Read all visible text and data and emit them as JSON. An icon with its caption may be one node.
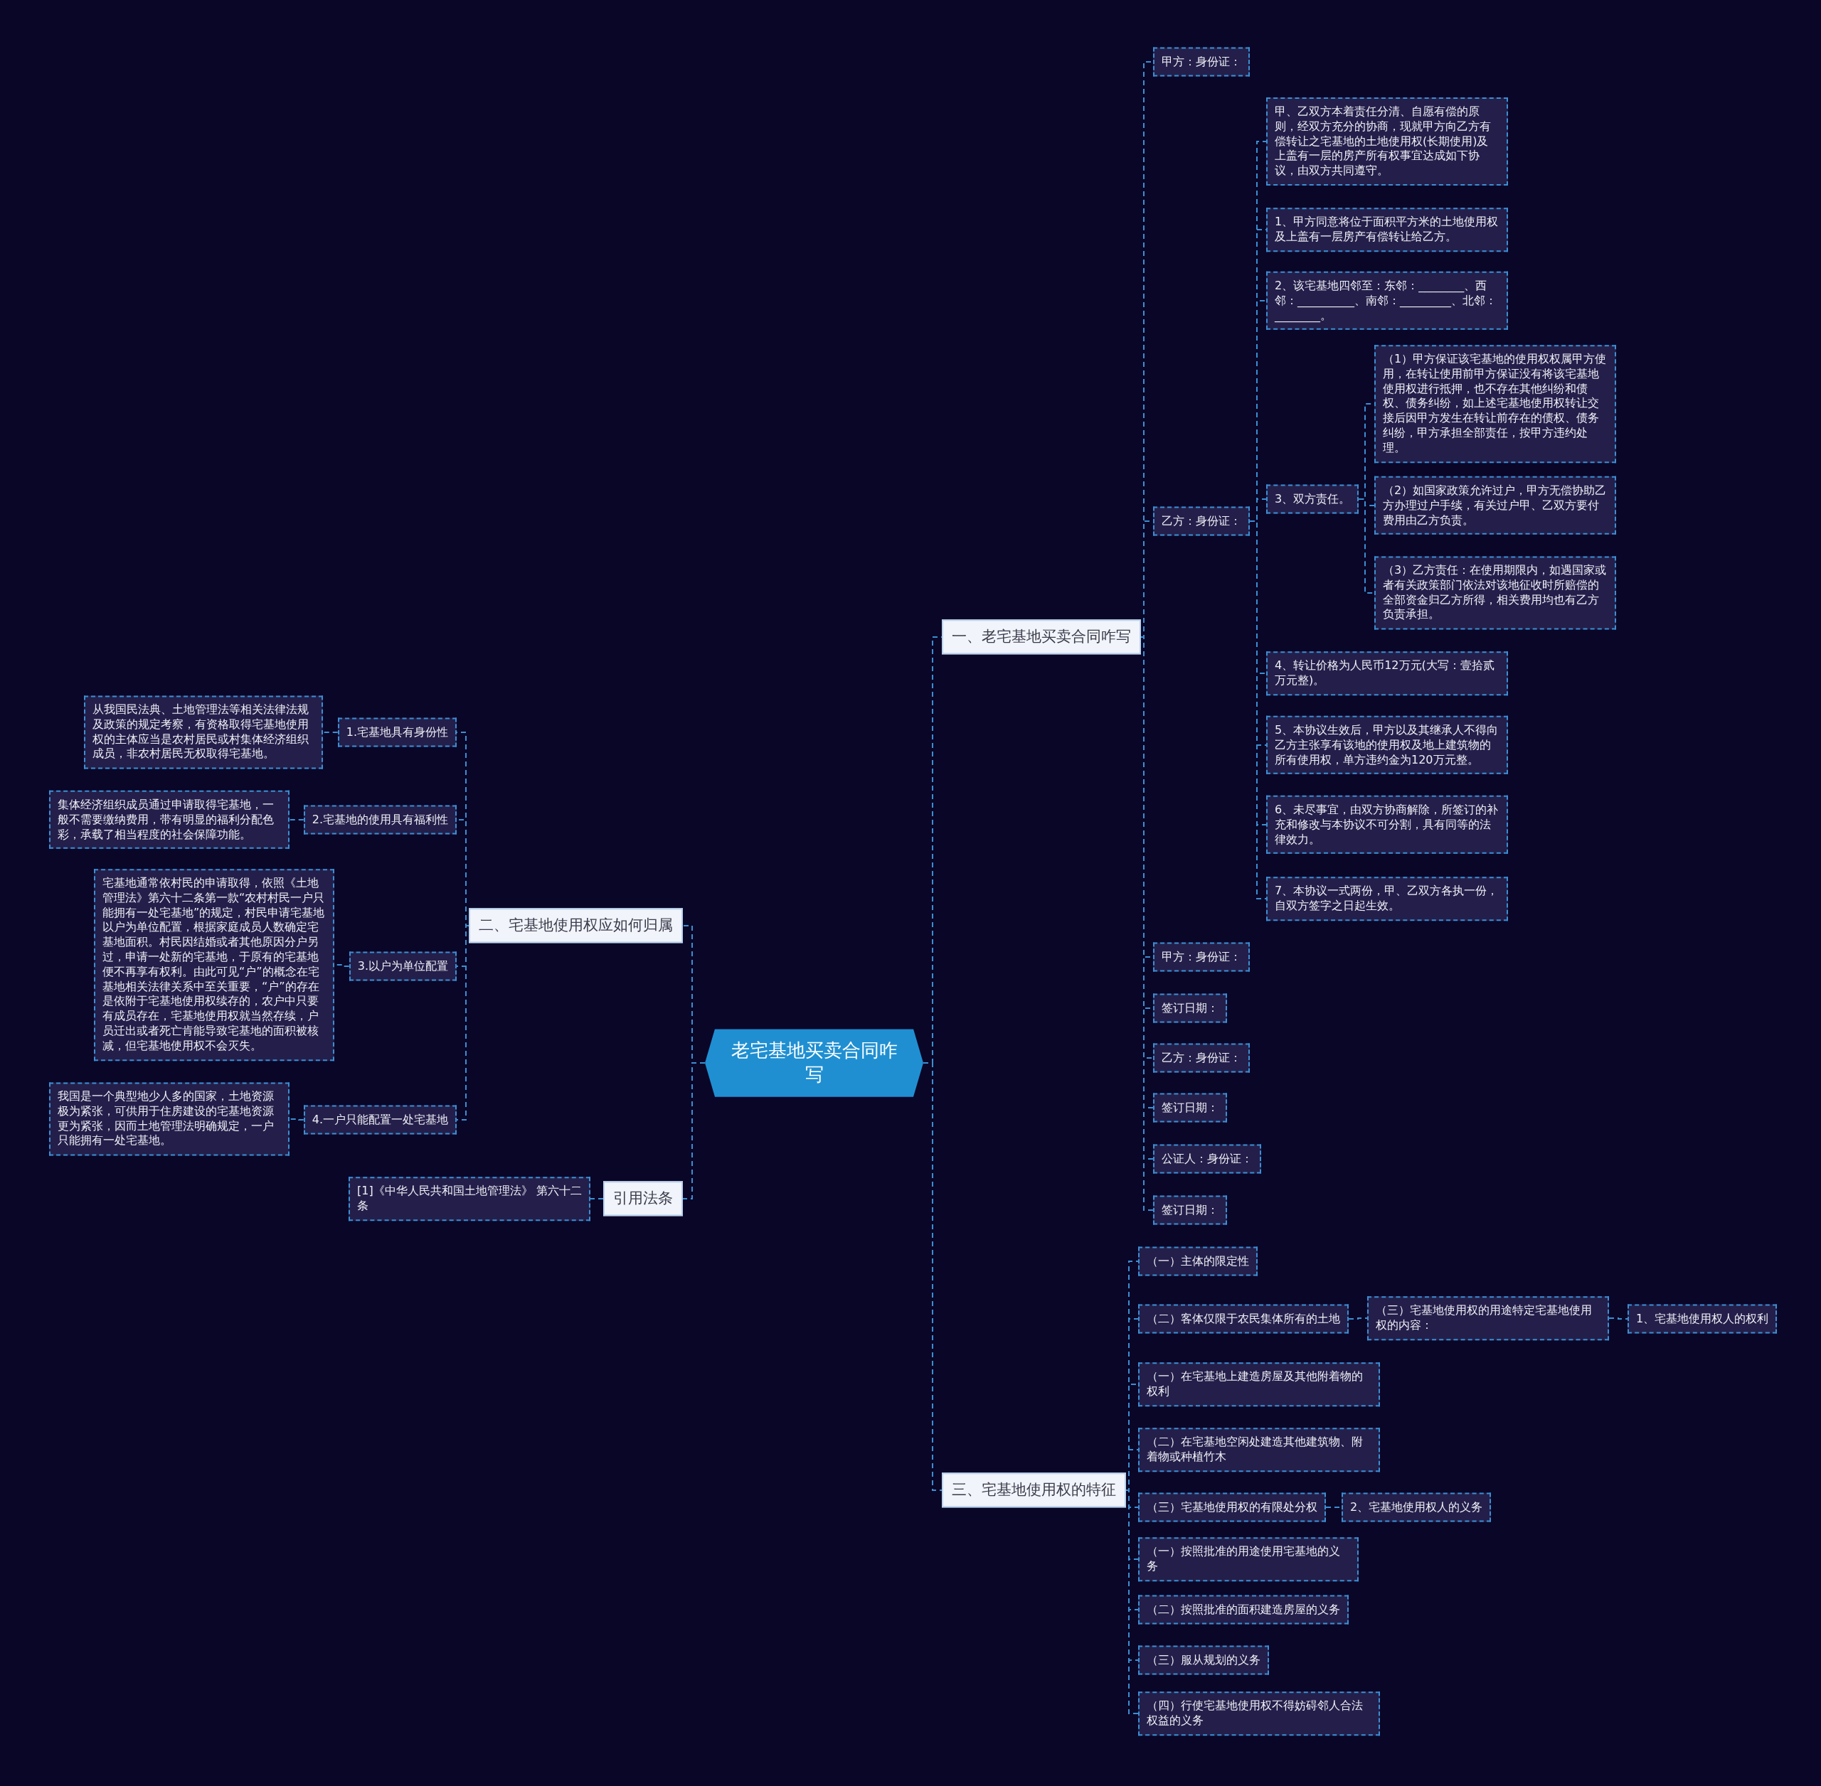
{
  "diagram": {
    "nodes": [
      {
        "text": [
          "老宅基地买卖合同咋写"
        ]
      },
      {
        "text": [
          "一、老宅基地买卖合同咋写"
        ]
      },
      {
        "text": [
          "甲方：身份证："
        ]
      },
      {
        "text": [
          "乙方：身份证："
        ]
      },
      {
        "text": [
          "甲、乙双方本着责任分清、自愿有偿的原则，经双方充分的协商，现就甲方向乙方有偿转让之宅基地的土地使用权(长期使用)及上盖有一层的房产所有权事宜达成如下协议，由双方共同遵守。"
        ]
      },
      {
        "text": [
          "1、甲方同意将位于面积平方米的土地使用权及上盖有一层房产有偿转让给乙方。"
        ]
      },
      {
        "text": [
          "2、该宅基地四邻至：东邻：________、西邻：__________、南邻：_________、北邻：________。"
        ]
      },
      {
        "text": [
          "3、双方责任。"
        ]
      },
      {
        "text": [
          "（1）甲方保证该宅基地的使用权权属甲方使用，在转让使用前甲方保证没有将该宅基地使用权进行抵押，也不存在其他纠纷和债权、债务纠纷，如上述宅基地使用权转让交接后因甲方发生在转让前存在的债权、债务纠纷，甲方承担全部责任，按甲方违约处理。"
        ]
      },
      {
        "text": [
          "（2）如国家政策允许过户，甲方无偿协助乙方办理过户手续，有关过户甲、乙双方要付费用由乙方负责。"
        ]
      },
      {
        "text": [
          "（3）乙方责任：在使用期限内，如遇国家或者有关政策部门依法对该地征收时所赔偿的全部资金归乙方所得，相关费用均也有乙方负责承担。"
        ]
      },
      {
        "text": [
          "4、转让价格为人民币12万元(大写：壹拾贰万元整)。"
        ]
      },
      {
        "text": [
          "5、本协议生效后，甲方以及其继承人不得向乙方主张享有该地的使用权及地上建筑物的所有使用权，单方违约金为120万元整。"
        ]
      },
      {
        "text": [
          "6、未尽事宜，由双方协商解除，所签订的补充和修改与本协议不可分割，具有同等的法律效力。"
        ]
      },
      {
        "text": [
          "7、本协议一式两份，甲、乙双方各执一份，自双方签字之日起生效。"
        ]
      },
      {
        "text": [
          "甲方：身份证："
        ]
      },
      {
        "text": [
          "签订日期："
        ]
      },
      {
        "text": [
          "乙方：身份证："
        ]
      },
      {
        "text": [
          "签订日期："
        ]
      },
      {
        "text": [
          "公证人：身份证："
        ]
      },
      {
        "text": [
          "签订日期："
        ]
      },
      {
        "text": [
          "三、宅基地使用权的特征"
        ]
      },
      {
        "text": [
          "（一）主体的限定性"
        ]
      },
      {
        "text": [
          "（二）客体仅限于农民集体所有的土地"
        ]
      },
      {
        "text": [
          "（三）宅基地使用权的用途特定宅基地使用权的内容："
        ]
      },
      {
        "text": [
          "1、宅基地使用权人的权利"
        ]
      },
      {
        "text": [
          "（一）在宅基地上建造房屋及其他附着物的权利"
        ]
      },
      {
        "text": [
          "（二）在宅基地空闲处建造其他建筑物、附着物或种植竹木"
        ]
      },
      {
        "text": [
          "（三）宅基地使用权的有限处分权"
        ]
      },
      {
        "text": [
          "2、宅基地使用权人的义务"
        ]
      },
      {
        "text": [
          "（一）按照批准的用途使用宅基地的义务"
        ]
      },
      {
        "text": [
          "（二）按照批准的面积建造房屋的义务"
        ]
      },
      {
        "text": [
          "（三）服从规划的义务"
        ]
      },
      {
        "text": [
          "（四）行使宅基地使用权不得妨碍邻人合法权益的义务"
        ]
      },
      {
        "text": [
          "二、宅基地使用权应如何归属"
        ]
      },
      {
        "text": [
          "1.宅基地具有身份性"
        ]
      },
      {
        "text": [
          "从我国民法典、土地管理法等相关法律法规及政策的规定考察，有资格取得宅基地使用权的主体应当是农村居民或村集体经济组织成员，非农村居民无权取得宅基地。"
        ]
      },
      {
        "text": [
          "2.宅基地的使用具有福利性"
        ]
      },
      {
        "text": [
          "集体经济组织成员通过申请取得宅基地，一般不需要缴纳费用，带有明显的福利分配色彩，承载了相当程度的社会保障功能。"
        ]
      },
      {
        "text": [
          "3.以户为单位配置"
        ]
      },
      {
        "text": [
          "宅基地通常依村民的申请取得，依照《土地管理法》第六十二条第一款“农村村民一户只能拥有一处宅基地”的规定，村民申请宅基地以户为单位配置，根据家庭成员人数确定宅基地面积。村民因结婚或者其他原因分户另过，申请一处新的宅基地，于原有的宅基地便不再享有权利。由此可见“户”的概念在宅基地相关法律关系中至关重要，“户”的存在是依附于宅基地使用权续存的，农户中只要有成员存在，宅基地使用权就当然存续，户员迁出或者死亡肯能导致宅基地的面积被核减，但宅基地使用权不会灭失。"
        ]
      },
      {
        "text": [
          "4.一户只能配置一处宅基地"
        ]
      },
      {
        "text": [
          "我国是一个典型地少人多的国家，土地资源极为紧张，可供用于住房建设的宅基地资源更为紧张，因而土地管理法明确规定，一户只能拥有一处宅基地。"
        ]
      },
      {
        "text": [
          "引用法条"
        ]
      },
      {
        "text": [
          "[1]《中华人民共和国土地管理法》 第六十二条"
        ]
      }
    ],
    "edges": [
      {
        "from": 0,
        "to": 1,
        "arrow": "none"
      },
      {
        "from": 1,
        "to": 2,
        "arrow": "none"
      },
      {
        "from": 1,
        "to": 3,
        "arrow": "none"
      },
      {
        "from": 3,
        "to": 4,
        "arrow": "none"
      },
      {
        "from": 3,
        "to": 5,
        "arrow": "none"
      },
      {
        "from": 3,
        "to": 6,
        "arrow": "none"
      },
      {
        "from": 3,
        "to": 7,
        "arrow": "none"
      },
      {
        "from": 7,
        "to": 8,
        "arrow": "none"
      },
      {
        "from": 7,
        "to": 9,
        "arrow": "none"
      },
      {
        "from": 7,
        "to": 10,
        "arrow": "none"
      },
      {
        "from": 3,
        "to": 11,
        "arrow": "none"
      },
      {
        "from": 3,
        "to": 12,
        "arrow": "none"
      },
      {
        "from": 3,
        "to": 13,
        "arrow": "none"
      },
      {
        "from": 3,
        "to": 14,
        "arrow": "none"
      },
      {
        "from": 1,
        "to": 15,
        "arrow": "none"
      },
      {
        "from": 1,
        "to": 16,
        "arrow": "none"
      },
      {
        "from": 1,
        "to": 17,
        "arrow": "none"
      },
      {
        "from": 1,
        "to": 18,
        "arrow": "none"
      },
      {
        "from": 1,
        "to": 19,
        "arrow": "none"
      },
      {
        "from": 1,
        "to": 20,
        "arrow": "none"
      },
      {
        "from": 0,
        "to": 21,
        "arrow": "none"
      },
      {
        "from": 21,
        "to": 22,
        "arrow": "none"
      },
      {
        "from": 21,
        "to": 23,
        "arrow": "none"
      },
      {
        "from": 23,
        "to": 24,
        "arrow": "none"
      },
      {
        "from": 24,
        "to": 25,
        "arrow": "none"
      },
      {
        "from": 21,
        "to": 26,
        "arrow": "none"
      },
      {
        "from": 21,
        "to": 27,
        "arrow": "none"
      },
      {
        "from": 21,
        "to": 28,
        "arrow": "none"
      },
      {
        "from": 28,
        "to": 29,
        "arrow": "none"
      },
      {
        "from": 21,
        "to": 30,
        "arrow": "none"
      },
      {
        "from": 21,
        "to": 31,
        "arrow": "none"
      },
      {
        "from": 21,
        "to": 32,
        "arrow": "none"
      },
      {
        "from": 21,
        "to": 33,
        "arrow": "none"
      },
      {
        "from": 0,
        "to": 34,
        "arrow": "none"
      },
      {
        "from": 34,
        "to": 35,
        "arrow": "none"
      },
      {
        "from": 35,
        "to": 36,
        "arrow": "none"
      },
      {
        "from": 34,
        "to": 37,
        "arrow": "none"
      },
      {
        "from": 37,
        "to": 38,
        "arrow": "none"
      },
      {
        "from": 34,
        "to": 39,
        "arrow": "none"
      },
      {
        "from": 39,
        "to": 40,
        "arrow": "none"
      },
      {
        "from": 34,
        "to": 41,
        "arrow": "none"
      },
      {
        "from": 41,
        "to": 42,
        "arrow": "none"
      },
      {
        "from": 0,
        "to": 43,
        "arrow": "none"
      },
      {
        "from": 43,
        "to": 44,
        "arrow": "none"
      }
    ]
  }
}
